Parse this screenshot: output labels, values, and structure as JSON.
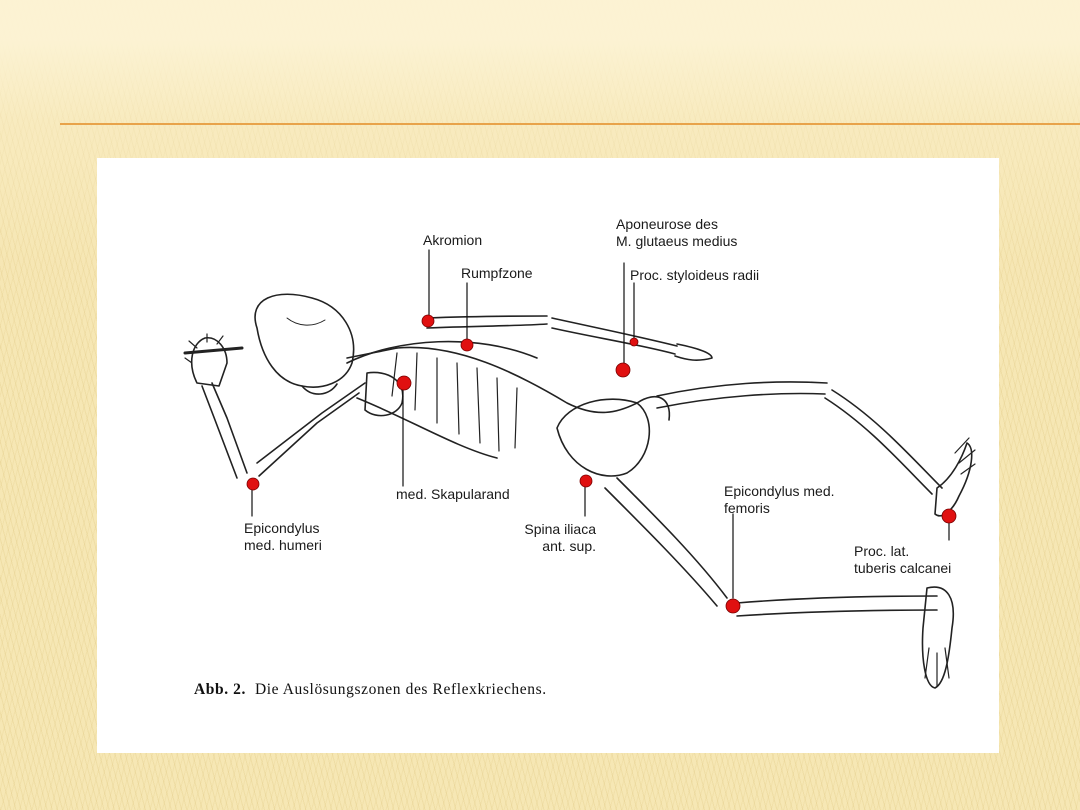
{
  "figure": {
    "labels": {
      "akromion": "Akromion",
      "rumpfzone": "Rumpfzone",
      "aponeurose_line1": "Aponeurose des",
      "aponeurose_line2": "M. glutaeus medius",
      "proc_styloideus": "Proc. styloideus radii",
      "med_skapularand": "med. Skapularand",
      "epicondylus_humeri_line1": "Epicondylus",
      "epicondylus_humeri_line2": "med. humeri",
      "spina_line1": "Spina iliaca",
      "spina_line2": "ant. sup.",
      "epicondylus_femoris_line1": "Epicondylus med.",
      "epicondylus_femoris_line2": "femoris",
      "calcanei_line1": "Proc. lat.",
      "calcanei_line2": "tuberis calcanei"
    },
    "caption": {
      "lead": "Abb. 2.",
      "text": "Die Auslösungszonen des Reflexkriechens."
    },
    "marker_color": "#e01010"
  }
}
